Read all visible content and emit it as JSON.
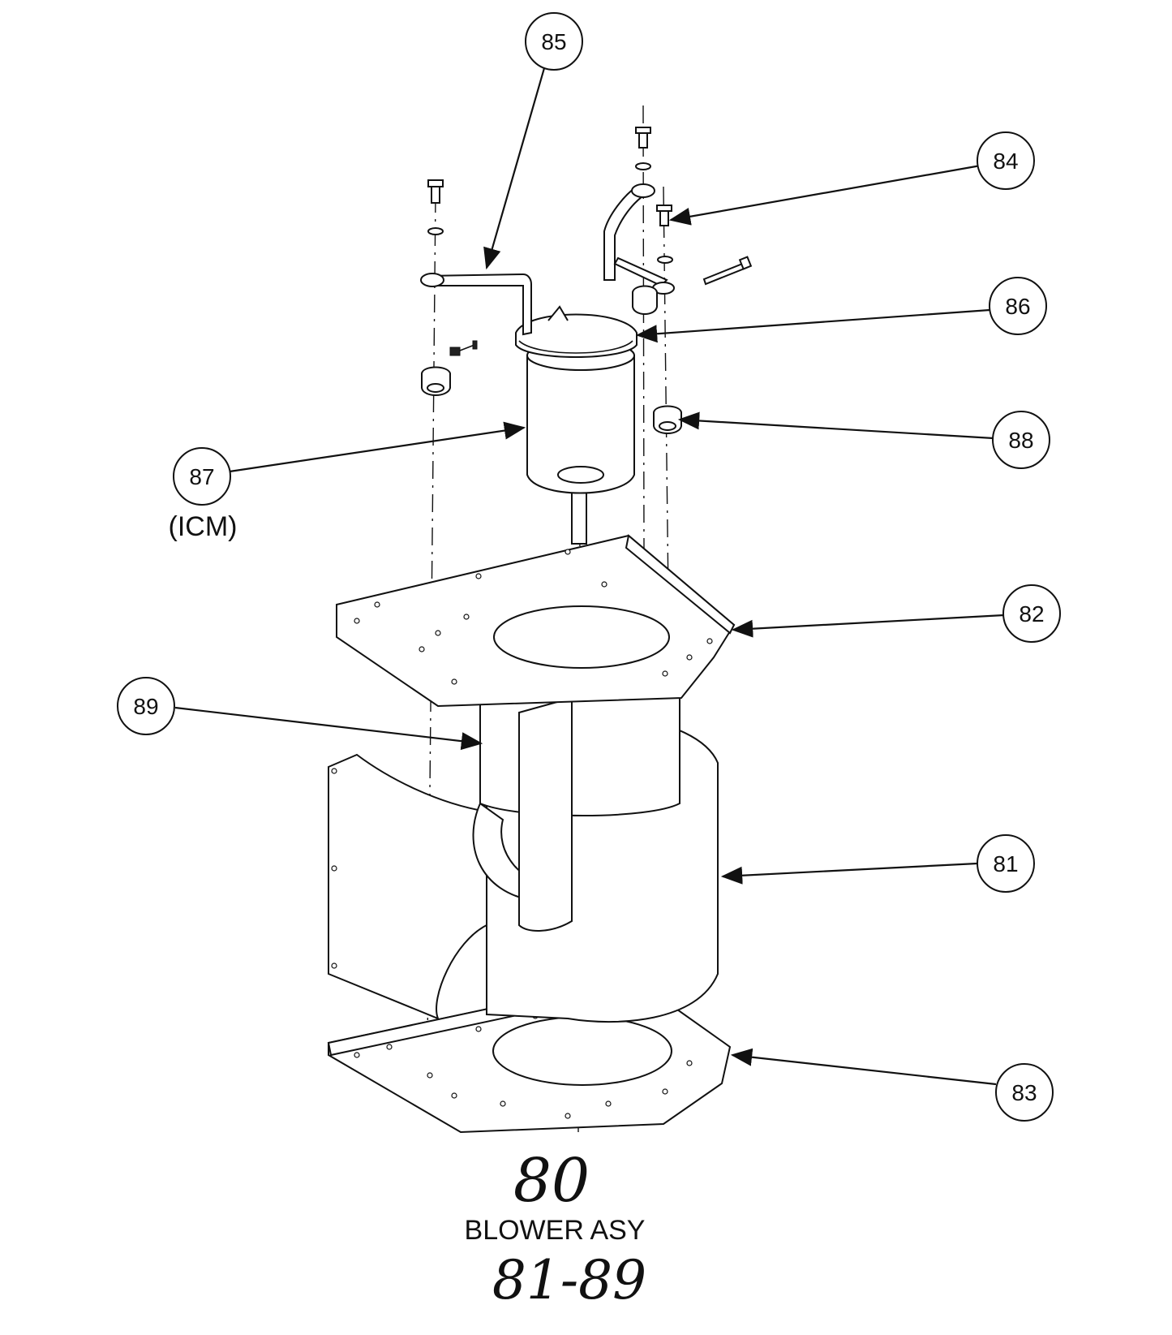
{
  "callouts": [
    {
      "number": "85",
      "part": "motor-mount-bracket-left"
    },
    {
      "number": "84",
      "part": "mount-bolt"
    },
    {
      "number": "86",
      "part": "motor-mount-ring"
    },
    {
      "number": "87",
      "part": "blower-motor"
    },
    {
      "number": "88",
      "part": "grommet"
    },
    {
      "number": "82",
      "part": "top-panel"
    },
    {
      "number": "89",
      "part": "blower-wheel"
    },
    {
      "number": "81",
      "part": "blower-housing"
    },
    {
      "number": "83",
      "part": "bottom-panel"
    }
  ],
  "motor_note": "(ICM)",
  "assembly": {
    "number": "80",
    "name": "BLOWER ASY",
    "range": "81-89"
  }
}
